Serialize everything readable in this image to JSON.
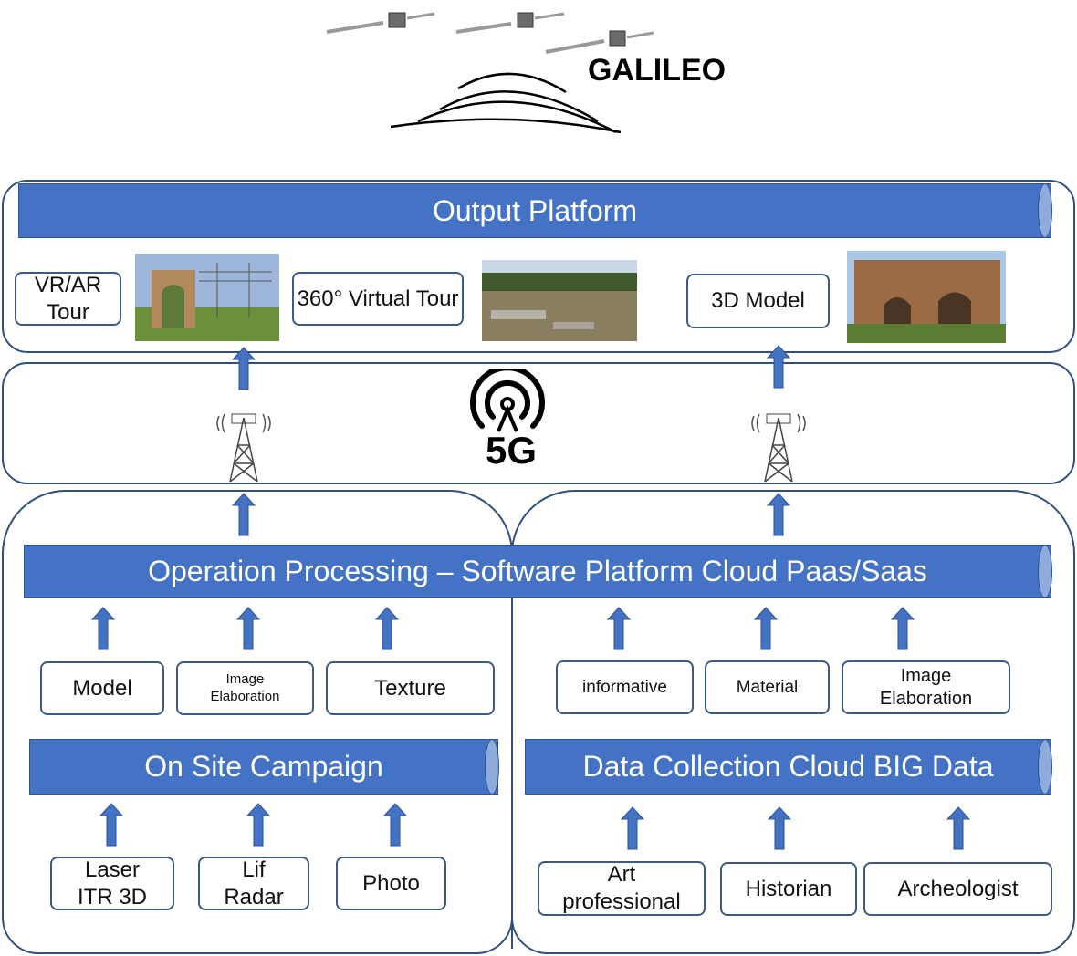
{
  "satellite": {
    "label": "GALILEO"
  },
  "output": {
    "title": "Output Platform",
    "items": [
      "VR/AR Tour",
      "360° Virtual Tour",
      "3D Model"
    ]
  },
  "network": {
    "label": "5G"
  },
  "processing": {
    "title": "Operation Processing – Software Platform Cloud Paas/Saas"
  },
  "left": {
    "outputs": [
      "Model",
      "Image Elaboration",
      "Texture"
    ],
    "title": "On Site Campaign",
    "sources": [
      "Laser ITR 3D",
      "Lif Radar",
      "Photo"
    ]
  },
  "right": {
    "outputs": [
      "informative",
      "Material",
      "Image Elaboration"
    ],
    "title": "Data Collection Cloud BIG Data",
    "sources": [
      "Art professional",
      "Historian",
      "Archeologist"
    ]
  },
  "colors": {
    "cylinder": "#4472c4",
    "cap": "#8faadc",
    "border": "#2f4f7f",
    "arrow": "#4472c4"
  }
}
